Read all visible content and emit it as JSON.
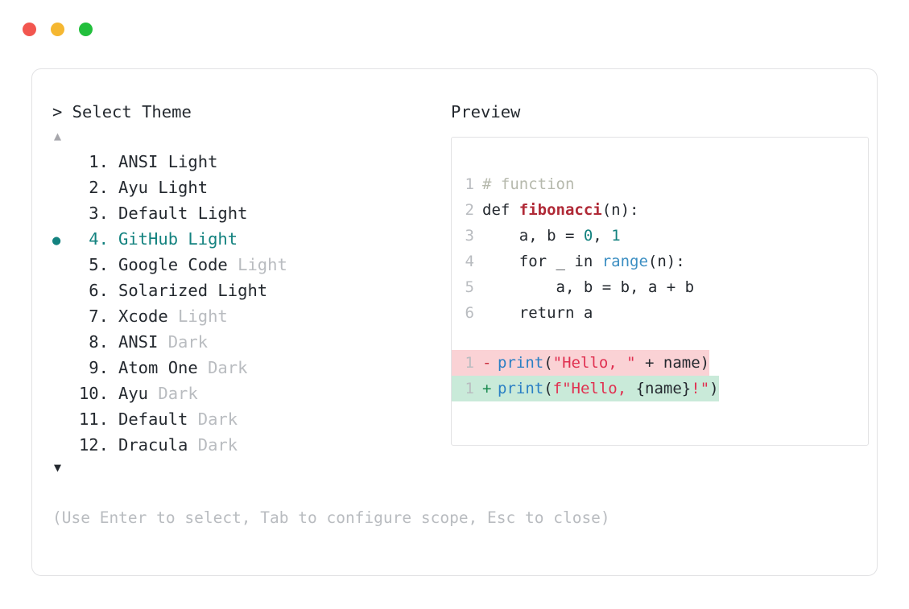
{
  "window": {
    "buttons": [
      {
        "name": "close",
        "color": "#f2564f"
      },
      {
        "name": "minimize",
        "color": "#f5b731"
      },
      {
        "name": "maximize",
        "color": "#22bf3c"
      }
    ]
  },
  "prompt": {
    "label": "> Select Theme",
    "scroll_up_glyph": "▲",
    "scroll_down_glyph": "▼"
  },
  "preview": {
    "heading": "Preview"
  },
  "themes": {
    "selected_index": 4,
    "selected_bullet": "●",
    "accent_color": "#13827f",
    "items": [
      {
        "num": " 1",
        "dot": ".",
        "name": "ANSI",
        "variant": "Light",
        "variant_muted": false
      },
      {
        "num": " 2",
        "dot": ".",
        "name": "Ayu",
        "variant": "Light",
        "variant_muted": false
      },
      {
        "num": " 3",
        "dot": ".",
        "name": "Default",
        "variant": "Light",
        "variant_muted": false
      },
      {
        "num": " 4",
        "dot": ".",
        "name": "GitHub",
        "variant": "Light",
        "variant_muted": false
      },
      {
        "num": " 5",
        "dot": ".",
        "name": "Google Code",
        "variant": "Light",
        "variant_muted": true
      },
      {
        "num": " 6",
        "dot": ".",
        "name": "Solarized",
        "variant": "Light",
        "variant_muted": false
      },
      {
        "num": " 7",
        "dot": ".",
        "name": "Xcode",
        "variant": "Light",
        "variant_muted": true
      },
      {
        "num": " 8",
        "dot": ".",
        "name": "ANSI",
        "variant": "Dark",
        "variant_muted": true
      },
      {
        "num": " 9",
        "dot": ".",
        "name": "Atom One",
        "variant": "Dark",
        "variant_muted": true
      },
      {
        "num": "10",
        "dot": ".",
        "name": "Ayu",
        "variant": "Dark",
        "variant_muted": true
      },
      {
        "num": "11",
        "dot": ".",
        "name": "Default",
        "variant": "Dark",
        "variant_muted": true
      },
      {
        "num": "12",
        "dot": ".",
        "name": "Dracula",
        "variant": "Dark",
        "variant_muted": true
      }
    ]
  },
  "code": {
    "lines": [
      {
        "number": "1",
        "tokens": [
          {
            "text": "# function",
            "type": "comment"
          }
        ]
      },
      {
        "number": "2",
        "tokens": [
          {
            "text": "def ",
            "type": "keyword"
          },
          {
            "text": "fibonacci",
            "type": "func"
          },
          {
            "text": "(n):",
            "type": "plain"
          }
        ]
      },
      {
        "number": "3",
        "tokens": [
          {
            "text": "    a, b = ",
            "type": "plain"
          },
          {
            "text": "0",
            "type": "number"
          },
          {
            "text": ", ",
            "type": "plain"
          },
          {
            "text": "1",
            "type": "number"
          }
        ]
      },
      {
        "number": "4",
        "tokens": [
          {
            "text": "    for _ in ",
            "type": "plain"
          },
          {
            "text": "range",
            "type": "builtin"
          },
          {
            "text": "(n):",
            "type": "plain"
          }
        ]
      },
      {
        "number": "5",
        "tokens": [
          {
            "text": "        a, b = b, a + b",
            "type": "plain"
          }
        ]
      },
      {
        "number": "6",
        "tokens": [
          {
            "text": "    return a",
            "type": "plain"
          }
        ]
      }
    ],
    "diff": [
      {
        "number": "1",
        "sign": "-",
        "kind": "del",
        "tokens": [
          {
            "text": "print",
            "type": "call"
          },
          {
            "text": "(",
            "type": "plain"
          },
          {
            "text": "\"Hello, \"",
            "type": "string"
          },
          {
            "text": " + name)",
            "type": "plain"
          }
        ]
      },
      {
        "number": "1",
        "sign": "+",
        "kind": "add",
        "tokens": [
          {
            "text": "print",
            "type": "call"
          },
          {
            "text": "(",
            "type": "plain"
          },
          {
            "text": "f\"Hello, ",
            "type": "string"
          },
          {
            "text": "{name}",
            "type": "plain"
          },
          {
            "text": "!\"",
            "type": "string"
          },
          {
            "text": ")",
            "type": "plain"
          }
        ]
      }
    ]
  },
  "footer": {
    "hint": "(Use Enter to select, Tab to configure scope, Esc to close)"
  }
}
